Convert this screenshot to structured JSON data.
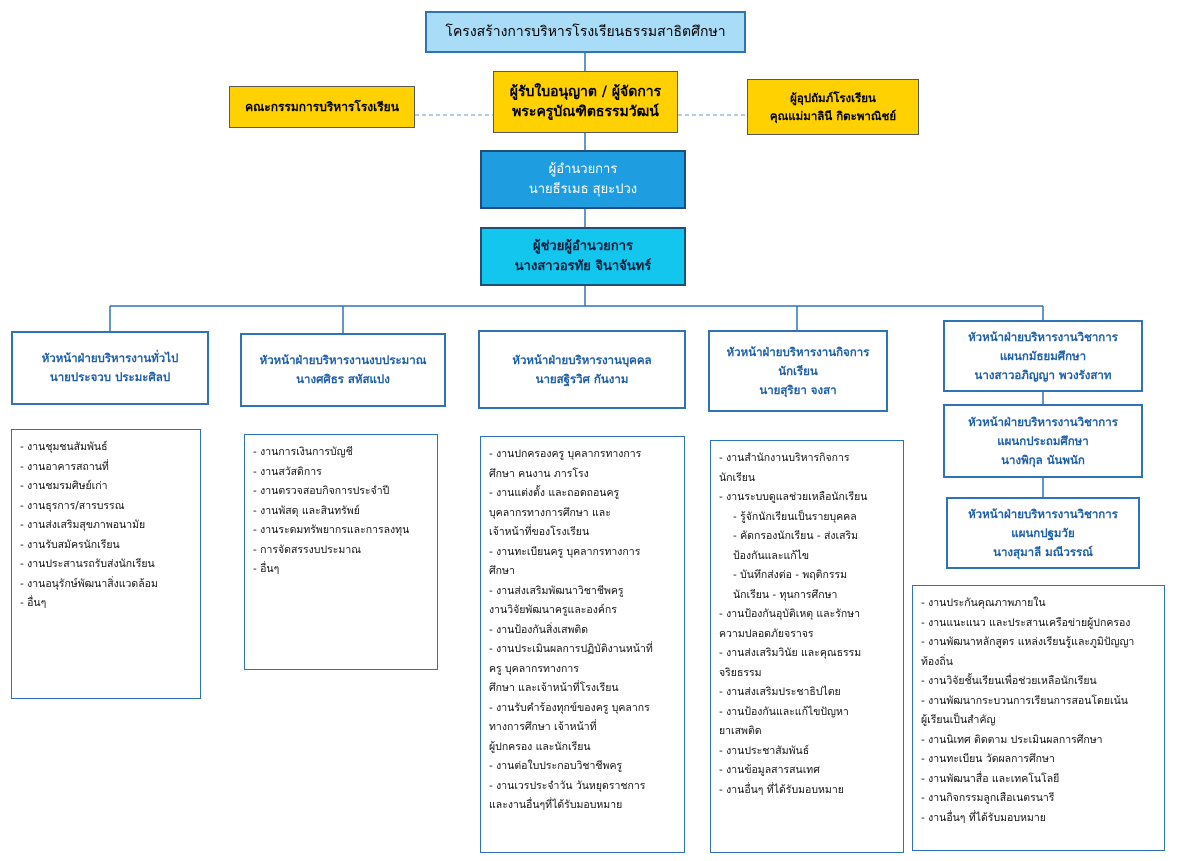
{
  "title": "โครงสร้างการบริหารโรงเรียนธรรมสาธิตศึกษา",
  "committee": "คณะกรรมการบริหารโรงเรียน",
  "licensee": {
    "role": "ผู้รับใบอนุญาต / ผู้จัดการ",
    "name": "พระครูบัณฑิตธรรมวัฒน์"
  },
  "patron": {
    "role": "ผู้อุปถัมภ์โรงเรียน",
    "name": "คุณแม่มาลินี กิตะพาณิชย์"
  },
  "director": {
    "role": "ผู้อำนวยการ",
    "name": "นายธีรเมธ สุยะปวง"
  },
  "assistant": {
    "role": "ผู้ช่วยผู้อำนวยการ",
    "name": "นางสาวอรทัย จินาจันทร์"
  },
  "departments": [
    {
      "head": "หัวหน้าฝ่ายบริหารงานทั่วไป",
      "name": "นายประจวบ ประมะศิลป",
      "tasks": [
        "- งานชุมชนสัมพันธ์",
        "- งานอาคารสถานที่",
        "- งานชมรมศิษย์เก่า",
        "- งานธุรการ/สารบรรณ",
        "- งานส่งเสริมสุขภาพอนามัย",
        "- งานรับสมัครนักเรียน",
        "- งานประสานรถรับส่งนักเรียน",
        "- งานอนุรักษ์พัฒนาสิ่งแวดล้อม",
        "- อื่นๆ"
      ]
    },
    {
      "head": "หัวหน้าฝ่ายบริหารงานงบประมาณ",
      "name": "นางศศิธร สหัสแปง",
      "tasks": [
        "- งานการเงินการบัญชี",
        "- งานสวัสดิการ",
        "- งานตรวจสอบกิจการประจำปี",
        "- งานพัสดุ และสินทรัพย์",
        "- งานระดมทรัพยากรและการลงทุน",
        "- การจัดสรรงบประมาณ",
        "- อื่นๆ"
      ]
    },
    {
      "head": "หัวหน้าฝ่ายบริหารงานบุคคล",
      "name": "นายสฐิรวิศ กันงาม",
      "tasks": [
        "- งานปกครองครู บุคลากรทางการ",
        "ศึกษา คนงาน ภารโรง",
        "- งานแต่งตั้ง และถอดถอนครู",
        "บุคลากรทางการศึกษา และ",
        "เจ้าหน้าที่ของโรงเรียน",
        "- งานทะเบียนครู บุคลากรทางการ",
        "ศึกษา",
        "- งานส่งเสริมพัฒนาวิชาชีพครู",
        "งานวิจัยพัฒนาครูและองค์กร",
        "- งานป้องกันสิ่งเสพติด",
        "- งานประเมินผลการปฏิบัติงานหน้าที่",
        "ครู บุคลากรทางการ",
        "ศึกษา และเจ้าหน้าที่โรงเรียน",
        "- งานรับคำร้องทุกข์ของครู บุคลากร",
        "ทางการศึกษา เจ้าหน้าที่",
        "ผู้ปกครอง และนักเรียน",
        "- งานต่อใบประกอบวิชาชีพครู",
        "- งานเวรประจำวัน วันหยุดราชการ",
        "และงานอื่นๆที่ได้รับมอบหมาย"
      ]
    },
    {
      "head": "หัวหน้าฝ่ายบริหารงานกิจการ",
      "head2": "นักเรียน",
      "name": "นายสุริยา จงสา",
      "tasks": [
        "- งานสำนักงานบริหารกิจการ",
        "นักเรียน",
        "- งานระบบดูแลช่วยเหลือนักเรียน",
        "- รู้จักนักเรียนเป็นรายบุคคล",
        "- คัดกรองนักเรียน - ส่งเสริม",
        "ป้องกันและแก้ไข",
        "- บันทึกส่งต่อ - พฤติกรรม",
        "นักเรียน - ทุนการศึกษา",
        "- งานป้องกันอุบัติเหตุ และรักษา",
        "ความปลอดภัยจราจร",
        "- งานส่งเสริมวินัย และคุณธรรม",
        "จริยธรรม",
        "- งานส่งเสริมประชาธิปไตย",
        "- งานป้องกันและแก้ไขปัญหา",
        "ยาเสพติด",
        "- งานประชาสัมพันธ์",
        "- งานข้อมูลสารสนเทศ",
        "- งานอื่นๆ ที่ได้รับมอบหมาย"
      ]
    }
  ],
  "academic": {
    "heads": [
      {
        "line1": "หัวหน้าฝ่ายบริหารงานวิชาการ",
        "line2": "แผนกมัธยมศึกษา",
        "name": "นางสาวอภิญญา พวงรังสาท"
      },
      {
        "line1": "หัวหน้าฝ่ายบริหารงานวิชาการ",
        "line2": "แผนกประถมศึกษา",
        "name": "นางพิกุล นันพนัก"
      },
      {
        "line1": "หัวหน้าฝ่ายบริหารงานวิชาการ",
        "line2": "แผนกปฐมวัย",
        "name": "นางสุมาลี มณีวรรณ์"
      }
    ],
    "tasks": [
      "- งานประกันคุณภาพภายใน",
      "- งานแนะแนว และประสานเครือข่ายผู้ปกครอง",
      "- งานพัฒนาหลักสูตร แหล่งเรียนรู้และภูมิปัญญา",
      "ท้องถิ่น",
      "- งานวิจัยชั้นเรียนเพื่อช่วยเหลือนักเรียน",
      "- งานพัฒนากระบวนการเรียนการสอนโดยเน้น",
      "ผู้เรียนเป็นสำคัญ",
      "- งานนิเทศ ติดตาม ประเมินผลการศึกษา",
      "- งานทะเบียน วัดผลการศึกษา",
      "- งานพัฒนาสื่อ และเทคโนโลยี",
      "- งานกิจกรรมลูกเสือเนตรนารี",
      "- งานอื่นๆ ที่ได้รับมอบหมาย"
    ]
  }
}
